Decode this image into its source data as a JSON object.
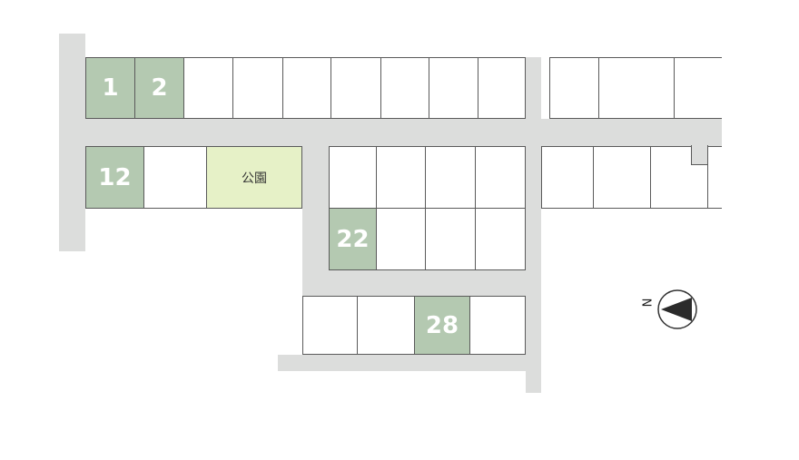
{
  "map": {
    "sold_color": "#b4c9b1",
    "park_color": "#e6f1c7",
    "road_color": "#dcdddc",
    "lots": [
      {
        "id": "r1-1",
        "label": "1",
        "status": "sold"
      },
      {
        "id": "r1-2",
        "label": "2",
        "status": "sold"
      },
      {
        "id": "r1-3",
        "label": "",
        "status": "available"
      },
      {
        "id": "r1-4",
        "label": "",
        "status": "available"
      },
      {
        "id": "r1-5",
        "label": "",
        "status": "available"
      },
      {
        "id": "r1-6",
        "label": "",
        "status": "available"
      },
      {
        "id": "r1-7",
        "label": "",
        "status": "available"
      },
      {
        "id": "r1-8",
        "label": "",
        "status": "available"
      },
      {
        "id": "r1-9",
        "label": "",
        "status": "available"
      },
      {
        "id": "r1-10",
        "label": "",
        "status": "available"
      },
      {
        "id": "r1-11",
        "label": "",
        "status": "available"
      },
      {
        "id": "r2-12",
        "label": "12",
        "status": "sold"
      },
      {
        "id": "r2-13",
        "label": "",
        "status": "available"
      },
      {
        "id": "park",
        "label": "公園",
        "status": "park"
      },
      {
        "id": "r2-a",
        "label": "",
        "status": "available"
      },
      {
        "id": "r2-b",
        "label": "",
        "status": "available"
      },
      {
        "id": "r2-c",
        "label": "",
        "status": "available"
      },
      {
        "id": "r2-d",
        "label": "",
        "status": "available"
      },
      {
        "id": "r2-e",
        "label": "",
        "status": "available"
      },
      {
        "id": "r2-f",
        "label": "",
        "status": "available"
      },
      {
        "id": "r2-g",
        "label": "",
        "status": "available"
      },
      {
        "id": "r2-h",
        "label": "",
        "status": "available"
      },
      {
        "id": "r3-22",
        "label": "22",
        "status": "sold"
      },
      {
        "id": "r3-b",
        "label": "",
        "status": "available"
      },
      {
        "id": "r3-c",
        "label": "",
        "status": "available"
      },
      {
        "id": "r3-d",
        "label": "",
        "status": "available"
      },
      {
        "id": "r4-a",
        "label": "",
        "status": "available"
      },
      {
        "id": "r4-b",
        "label": "",
        "status": "available"
      },
      {
        "id": "r4-28",
        "label": "28",
        "status": "sold"
      },
      {
        "id": "r4-d",
        "label": "",
        "status": "available"
      }
    ],
    "compass": {
      "letter": "N",
      "icon": "north-arrow-icon"
    }
  }
}
